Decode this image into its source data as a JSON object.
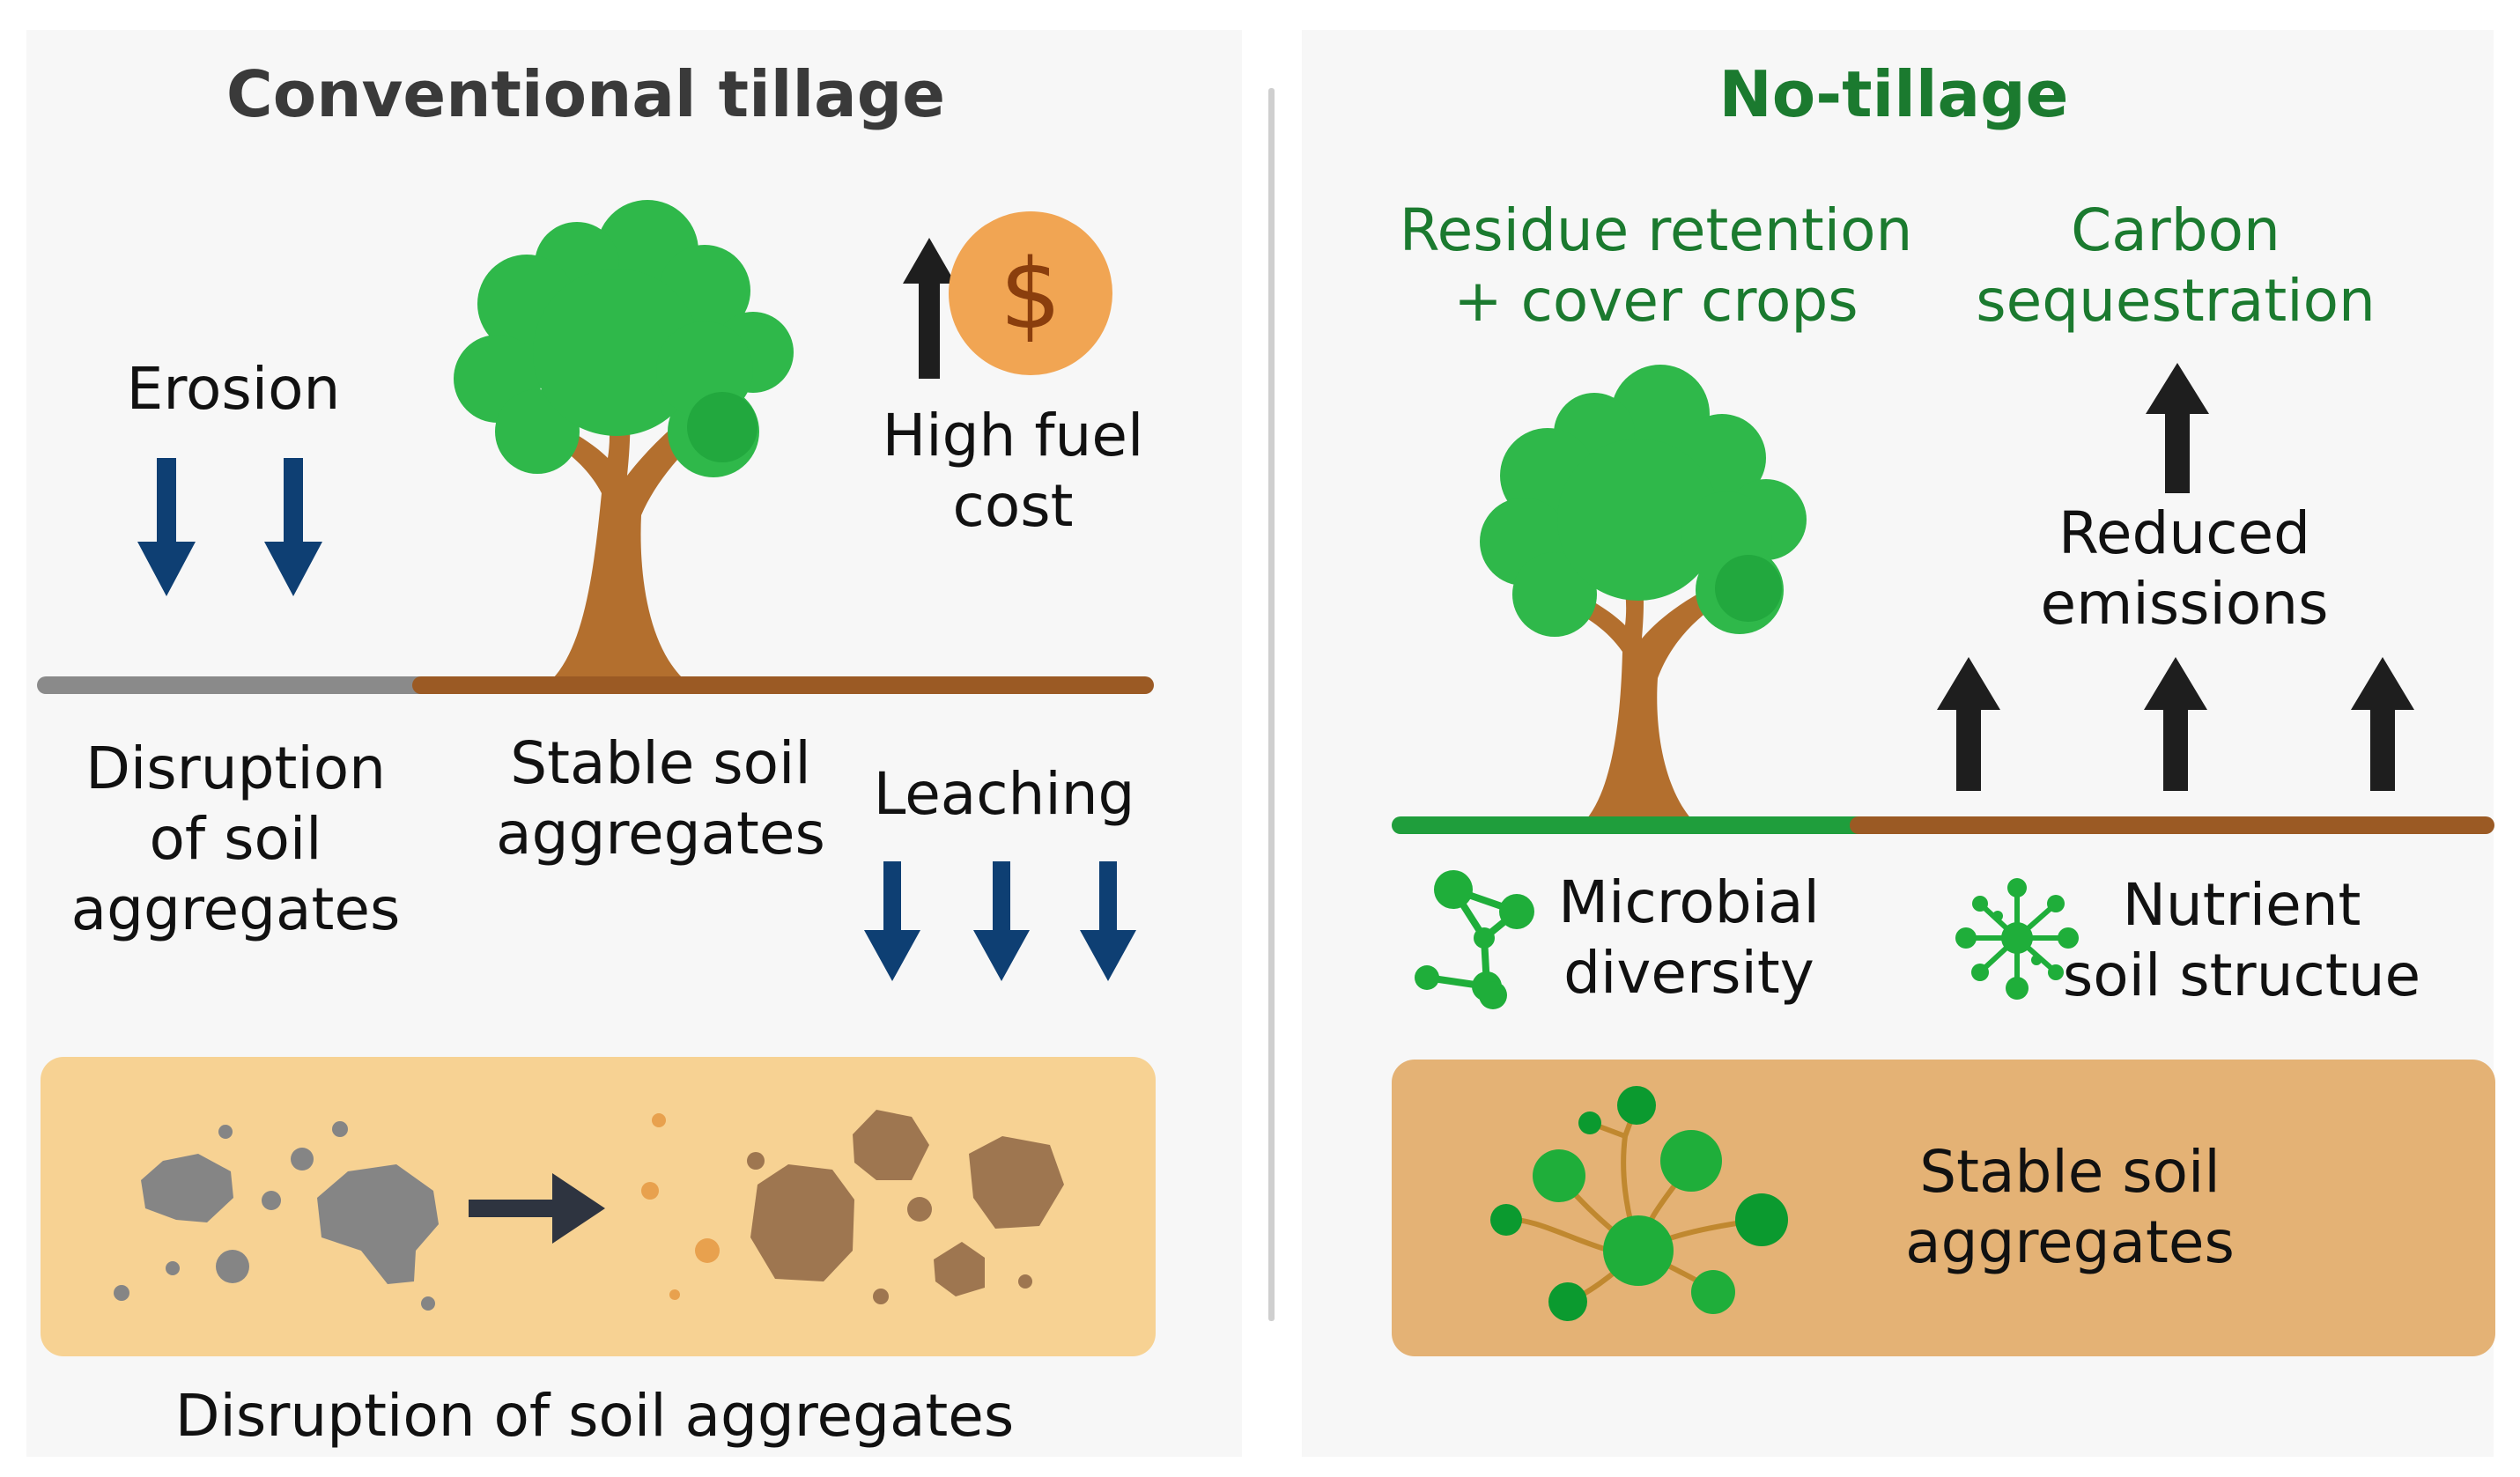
{
  "colors": {
    "tree_foliage": "#2fb84a",
    "tree_foliage_dark": "#22a83e",
    "trunk": "#b36f2e",
    "soil_line_brown": "#9b5a24",
    "soil_line_gray": "#8a8a8a",
    "soil_line_green": "#1f9e3c",
    "arrow_blue": "#0e3f73",
    "arrow_dark": "#1e1e1e",
    "coin": "#f1a553",
    "coin_symbol": "#8a3e0d",
    "sand_box": "#f7d293",
    "soil_box": "#e4b275",
    "stone_gray": "#858585",
    "aggregate_brown": "#9e7650",
    "network_green": "#1fae3a",
    "title_green": "#1b7a2f"
  },
  "left_panel": {
    "title": "Conventional tillage",
    "erosion_label": "Erosion",
    "fuel_label": "High fuel\ncost",
    "coin_symbol": "$",
    "disruption_label": "Disruption\nof soil\naggregates",
    "stable_label": "Stable soil\naggregates",
    "leaching_label": "Leaching",
    "box_caption": "Disruption of soil aggregates"
  },
  "right_panel": {
    "title": "No-tillage",
    "residue_label": "Residue retention\n+ cover crops",
    "carbon_label": "Carbon\nsequestration",
    "emissions_label": "Reduced\nemissions",
    "microbial_label": "Microbial\ndiversity",
    "nutrient_label": "Nutrient\nsoil structue",
    "box_label": "Stable soil\naggregates"
  }
}
